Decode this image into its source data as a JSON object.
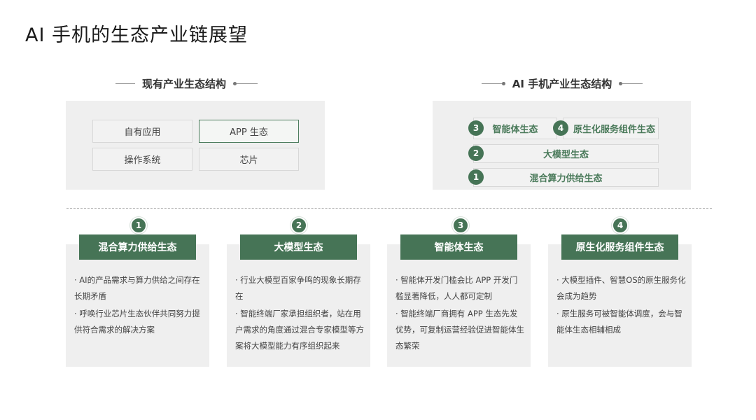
{
  "page_title": "AI 手机的生态产业链展望",
  "left_section": {
    "heading": "现有产业生态结构",
    "cells": [
      "自有应用",
      "APP 生态",
      "操作系统",
      "芯片"
    ]
  },
  "right_section": {
    "heading": "AI 手机产业生态结构",
    "rows": [
      {
        "num": "3",
        "label": "智能体生态"
      },
      {
        "num": "4",
        "label": "原生化服务组件生态"
      },
      {
        "num": "2",
        "label": "大模型生态"
      },
      {
        "num": "1",
        "label": "混合算力供给生态"
      }
    ]
  },
  "columns": [
    {
      "num": "1",
      "title": "混合算力供给生态",
      "bullets": [
        "· AI的产品需求与算力供给之间存在长期矛盾",
        "· 呼唤行业芯片生态伙伴共同努力提供符合需求的解决方案"
      ]
    },
    {
      "num": "2",
      "title": "大模型生态",
      "bullets": [
        "· 行业大模型百家争鸣的现象长期存在",
        "· 智能终端厂家承担组织者，站在用户需求的角度通过混合专家模型等方案将大模型能力有序组织起来"
      ]
    },
    {
      "num": "3",
      "title": "智能体生态",
      "bullets": [
        "· 智能体开发门槛会比 APP 开发门槛显著降低，人人都可定制",
        "· 智能终端厂商拥有 APP 生态先发优势，可复制运营经验促进智能体生态繁荣"
      ]
    },
    {
      "num": "4",
      "title": "原生化服务组件生态",
      "bullets": [
        "· 大模型插件、智慧OS的原生服务化会成为趋势",
        "· 原生服务可被智能体调度，会与智能体生态相辅相成"
      ]
    }
  ],
  "colors": {
    "accent": "#467456",
    "panel": "#efefef",
    "text": "#333333"
  }
}
